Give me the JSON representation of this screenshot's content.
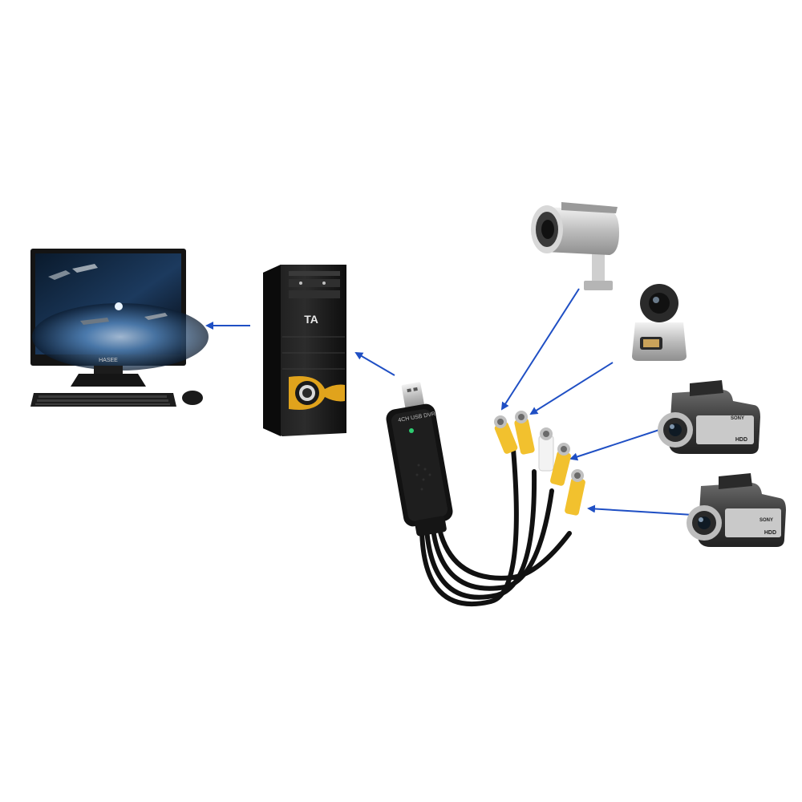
{
  "monitor": {
    "brand": "HASEE"
  },
  "tower": {
    "logo": "TA"
  },
  "dongle": {
    "label": "4CH USB DVR"
  },
  "camcorder": {
    "brand": "SONY",
    "badge": "HDD"
  },
  "colors": {
    "arrow": "#1f4fc4",
    "rca_yellow": "#f2c12e",
    "rca_white": "#f3f3f3",
    "cable": "#111111",
    "tower_accent": "#e0a31c"
  },
  "icons": [
    "monitor-icon",
    "keyboard-icon",
    "mouse-icon",
    "tower-icon",
    "usb-dongle-icon",
    "cctv-camera-icon",
    "webcam-icon",
    "camcorder-icon"
  ]
}
